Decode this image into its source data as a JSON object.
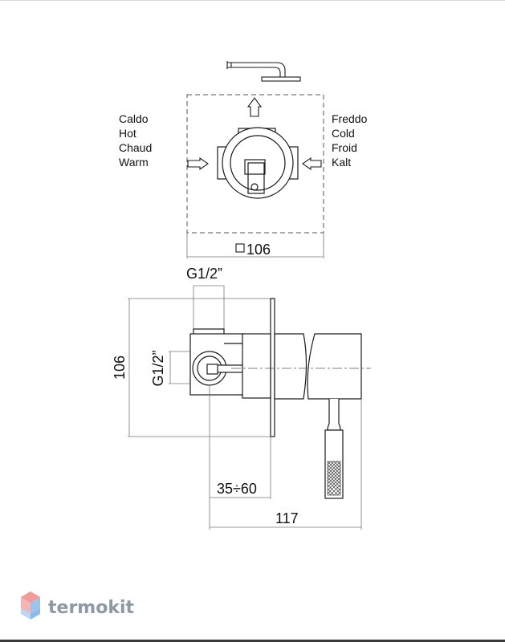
{
  "labels": {
    "hot": [
      "Caldo",
      "Hot",
      "Chaud",
      "Warm"
    ],
    "cold": [
      "Freddo",
      "Cold",
      "Froid",
      "Kalt"
    ]
  },
  "dimensions": {
    "square_size": "106",
    "thread_top": "G1/2”",
    "thread_side": "G1/2”",
    "height": "106",
    "depth_range": "35÷60",
    "total_length": "117"
  },
  "watermark": {
    "text": "termokit",
    "logo": "hexagon-logo-icon"
  },
  "colors": {
    "line": "#1a1a1a",
    "thin": "#777777",
    "watermark_text": "#8e98a6",
    "watermark_red": "#f19b9b",
    "watermark_blue": "#9ec3ee"
  }
}
